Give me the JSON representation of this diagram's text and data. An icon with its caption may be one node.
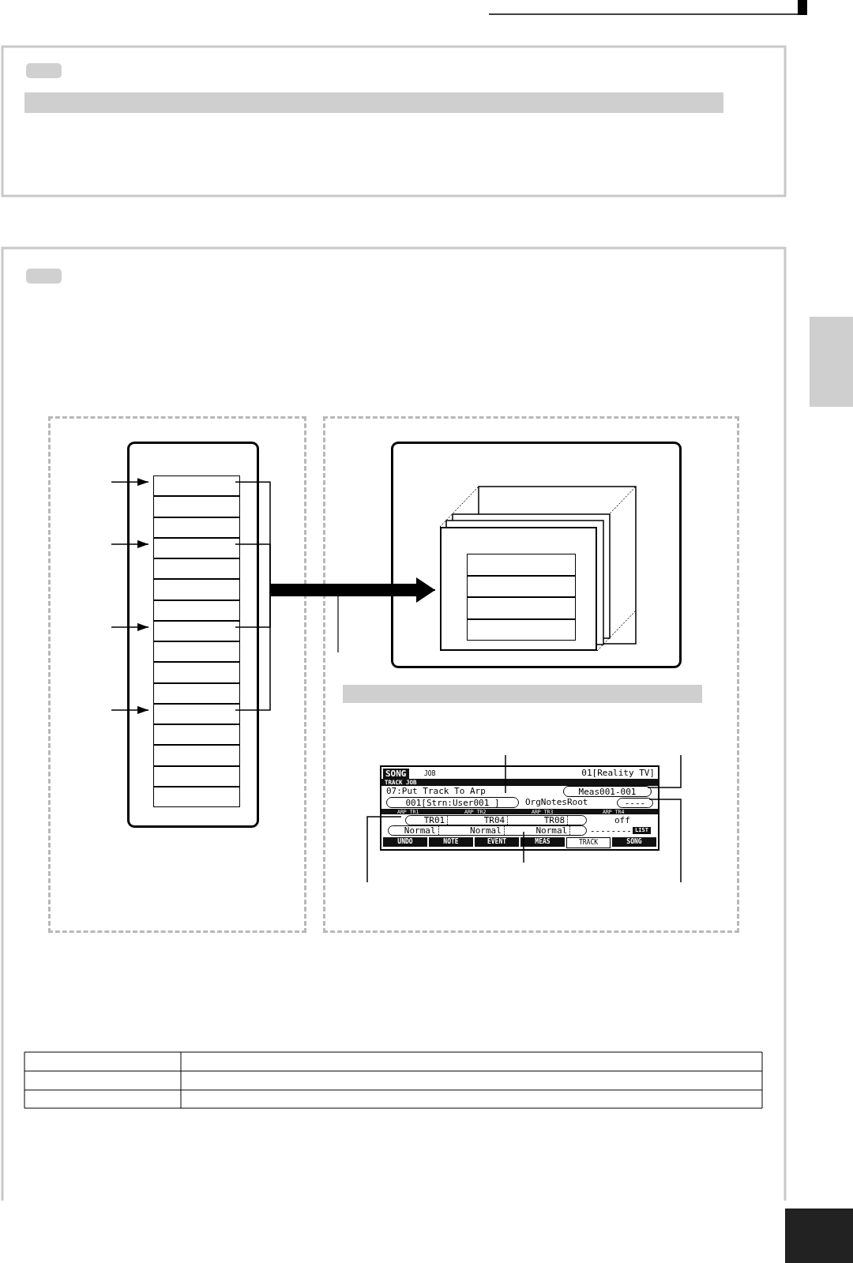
{
  "diagram": {
    "nodes": [
      {
        "text": [],
        "shape": "box"
      },
      {
        "text": [],
        "shape": "box",
        "in": 0
      },
      {
        "text": [],
        "shape": "box",
        "in": 1
      },
      {
        "text": [],
        "shape": "box",
        "in": 1
      },
      {
        "text": [],
        "shape": "box",
        "in": 1
      },
      {
        "text": [],
        "shape": "box",
        "in": 1
      },
      {
        "text": [],
        "shape": "box",
        "in": 1
      },
      {
        "text": [],
        "shape": "box",
        "in": 1
      },
      {
        "text": [],
        "shape": "box",
        "in": 1
      },
      {
        "text": [],
        "shape": "box",
        "in": 1
      },
      {
        "text": [],
        "shape": "box",
        "in": 1
      },
      {
        "text": [],
        "shape": "box",
        "in": 1
      },
      {
        "text": [],
        "shape": "box",
        "in": 1
      },
      {
        "text": [],
        "shape": "box",
        "in": 1
      },
      {
        "text": [],
        "shape": "box",
        "in": 1
      },
      {
        "text": [],
        "shape": "box",
        "in": 1
      },
      {
        "text": [],
        "shape": "box",
        "in": 1
      },
      {
        "text": [],
        "shape": "box",
        "in": 1
      },
      {
        "text": [],
        "shape": "box"
      },
      {
        "text": [],
        "shape": "box",
        "in": 18
      },
      {
        "text": [],
        "shape": "box",
        "in": 19
      },
      {
        "text": [],
        "shape": "box",
        "in": 20
      },
      {
        "text": [],
        "shape": "box",
        "in": 20
      },
      {
        "text": [],
        "shape": "box",
        "in": 20
      },
      {
        "text": [],
        "shape": "box",
        "in": 20
      },
      {
        "text": [],
        "shape": "bar",
        "in": 18
      },
      {
        "text": [
          "SONG",
          "JOB",
          "01[Reality TV]",
          "TRACK JOB",
          "07:Put Track To Arp",
          "OrgNotesRoot",
          "ARP TR1",
          "ARP TR2",
          "ARP TR3",
          "ARP TR4",
          "off",
          "--------",
          "LIST",
          "UNDO",
          "NOTE",
          "EVENT",
          "MEAS",
          "TRACK",
          "SONG"
        ],
        "in": 18
      },
      {
        "text": [
          "Meas001-001"
        ],
        "in": 26
      },
      {
        "text": [
          "001[Strn:User001 ]"
        ],
        "in": 26
      },
      {
        "text": [
          "----"
        ],
        "in": 26
      },
      {
        "text": [
          "TR01",
          "TR04",
          "TR08"
        ],
        "in": 26
      },
      {
        "text": [
          "Normal",
          "Normal",
          "Normal"
        ],
        "in": 26
      },
      {
        "text": [],
        "shape": "bar"
      },
      {
        "text": [],
        "shape": "bar"
      }
    ],
    "edges": [
      {
        "from": null,
        "to": 2,
        "arrow": "to"
      },
      {
        "from": null,
        "to": 5,
        "arrow": "to"
      },
      {
        "from": null,
        "to": 9,
        "arrow": "to"
      },
      {
        "from": null,
        "to": 13,
        "arrow": "to"
      },
      {
        "from": 2,
        "to": 20,
        "arrow": "to"
      },
      {
        "from": 5,
        "to": 20,
        "arrow": "to"
      },
      {
        "from": 9,
        "to": 20,
        "arrow": "to"
      },
      {
        "from": 13,
        "to": 20,
        "arrow": "to"
      },
      {
        "from": 27,
        "to": null,
        "arrow": "none"
      },
      {
        "from": 28,
        "to": null,
        "arrow": "none"
      },
      {
        "from": 29,
        "to": null,
        "arrow": "none"
      },
      {
        "from": 30,
        "to": null,
        "arrow": "none"
      },
      {
        "from": 31,
        "to": null,
        "arrow": "none"
      }
    ]
  }
}
